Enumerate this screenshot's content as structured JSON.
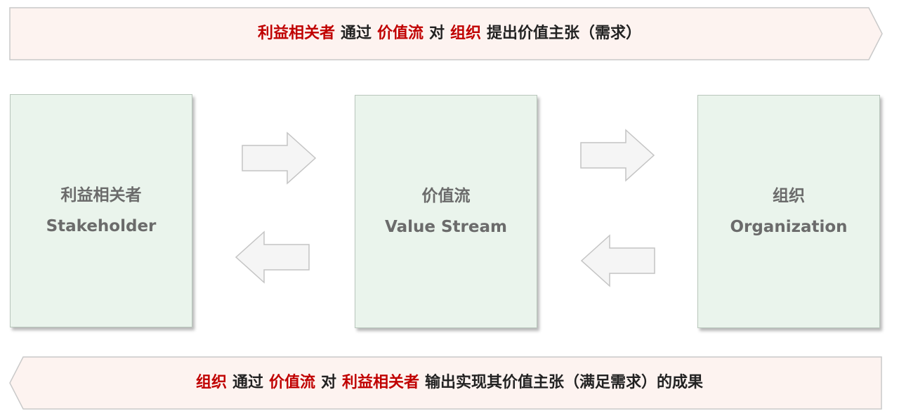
{
  "banner_top": {
    "parts": [
      {
        "text": "利益相关者",
        "highlight": true
      },
      {
        "text": "通过",
        "highlight": false
      },
      {
        "text": "价值流",
        "highlight": true
      },
      {
        "text": "对",
        "highlight": false
      },
      {
        "text": "组织",
        "highlight": true
      },
      {
        "text": "提出价值主张（需求）",
        "highlight": false
      }
    ]
  },
  "banner_bottom": {
    "parts": [
      {
        "text": "组织",
        "highlight": true
      },
      {
        "text": "通过",
        "highlight": false
      },
      {
        "text": "价值流",
        "highlight": true
      },
      {
        "text": "对",
        "highlight": false
      },
      {
        "text": "利益相关者",
        "highlight": true
      },
      {
        "text": "输出实现其价值主张（满足需求）的成果",
        "highlight": false
      }
    ]
  },
  "boxes": {
    "stakeholder": {
      "title_cn": "利益相关者",
      "title_en": "Stakeholder"
    },
    "value_stream": {
      "title_cn": "价值流",
      "title_en": "Value Stream"
    },
    "organization": {
      "title_cn": "组织",
      "title_en": "Organization"
    }
  },
  "colors": {
    "highlight": "#c00000",
    "text": "#222222",
    "box_fill": "#eaf4ec",
    "banner_fill": "#fdf3f0",
    "arrow_fill": "#f5f5f5"
  }
}
